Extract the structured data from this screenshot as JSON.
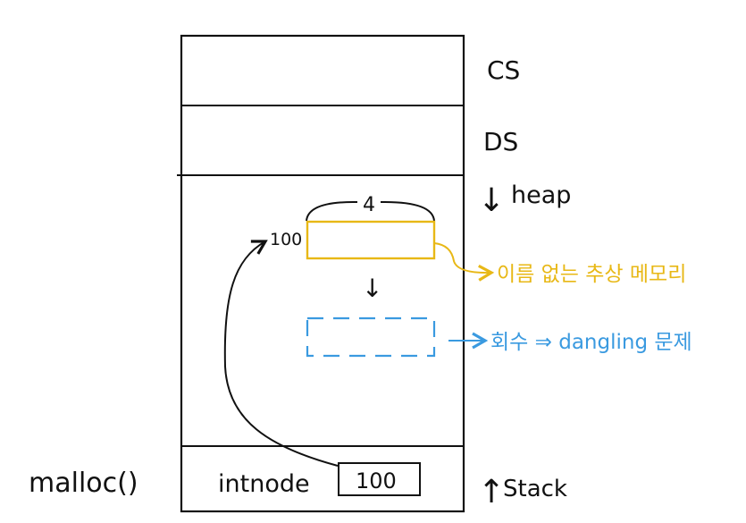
{
  "segments": {
    "cs_label": "CS",
    "ds_label": "DS",
    "heap_label": "heap",
    "stack_label": "Stack"
  },
  "arrows": {
    "heap_down": "↓",
    "stack_up": "↑",
    "block_down": "↓"
  },
  "heap_block": {
    "size_label": "4",
    "address_label": "100",
    "annotation": "이름 없는 추상 메모리"
  },
  "freed_block": {
    "annotation": "회수 ⇒ dangling 문제"
  },
  "stack_frame": {
    "call_label": "malloc()",
    "variable_name": "intnode",
    "variable_value": "100"
  },
  "colors": {
    "ink": "#111111",
    "allocated": "#e8b816",
    "freed": "#3a9ae0"
  }
}
